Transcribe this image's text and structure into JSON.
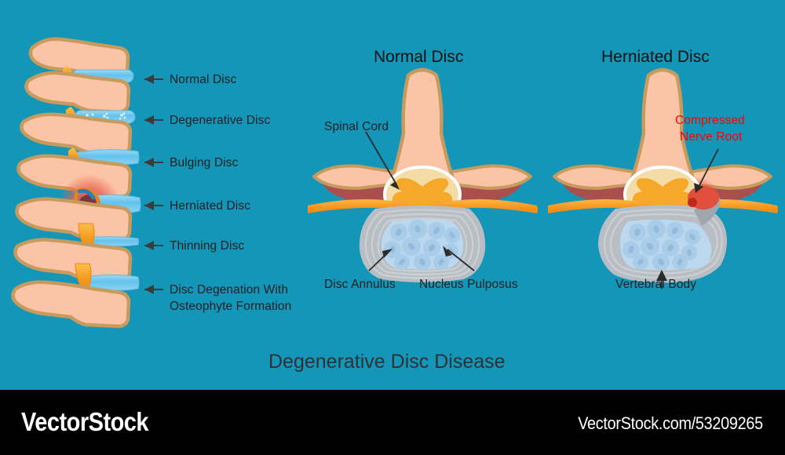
{
  "background_color": "#1496b8",
  "caption": "Degenerative Disc Disease",
  "spine_labels": [
    {
      "text": "Normal Disc"
    },
    {
      "text": "Degenerative Disc"
    },
    {
      "text": "Bulging Disc"
    },
    {
      "text": "Herniated Disc"
    },
    {
      "text": "Thinning Disc"
    },
    {
      "text": "Disc Degenation With"
    },
    {
      "text": "Osteophyte Formation"
    }
  ],
  "normal_diagram": {
    "title": "Normal Disc",
    "label_spinal_cord": "Spinal Cord",
    "label_disc_annulus": "Disc Annulus",
    "label_nucleus_pulposus": "Nucleus Pulposus"
  },
  "herniated_diagram": {
    "title": "Herniated Disc",
    "label_compressed_nerve_root_line1": "Compressed",
    "label_compressed_nerve_root_line2": "Nerve Root",
    "label_compressed_color": "#ff0000",
    "label_vertebral_body": "Vertebral Body"
  },
  "watermark": {
    "brand": "VectorStock",
    "url": "VectorStock.com/53209265",
    "bar_color": "#000000"
  },
  "palette": {
    "bone": "#fbc4a6",
    "bone_outline": "#c79a5e",
    "disc_blue": "#6ec6ef",
    "nerve_orange": "#f59b20",
    "muscle_red": "#a9504f",
    "cord_cream": "#f3dca6",
    "gray_matter": "#f6a828",
    "annulus_gray": "#b9bec4",
    "nucleus_blue": "#bcd8ef",
    "herniation_red": "#d93a2b",
    "glow_red": "#e8604f",
    "label_text": "#231f20",
    "caption_text": "#2c3236"
  }
}
